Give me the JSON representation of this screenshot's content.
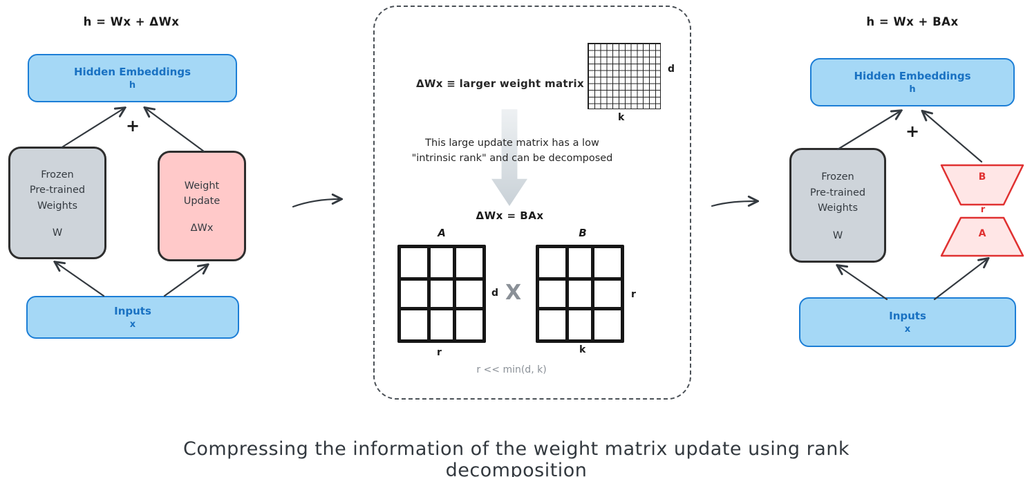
{
  "caption": "Compressing the information of the weight matrix update using rank decomposition",
  "colors": {
    "blue_fill": "#a5d8f6",
    "blue_border": "#1c7ed6",
    "blue_text": "#1971c2",
    "gray_fill": "#ced4da",
    "pink_fill": "#ffc9c9",
    "dark_border": "#2e2e2e",
    "red_accent": "#e03131",
    "arrow": "#343a40"
  },
  "left": {
    "formula": "h = Wx + ΔWx",
    "hidden": {
      "title": "Hidden Embeddings",
      "sub": "h"
    },
    "plus": "+",
    "frozen": {
      "title": "Frozen\nPre-trained\nWeights",
      "sub": "W"
    },
    "update": {
      "title": "Weight\nUpdate",
      "sub": "ΔWx"
    },
    "inputs": {
      "title": "Inputs",
      "sub": "x"
    }
  },
  "middle": {
    "matrix_label": "ΔWx ≡ larger weight matrix",
    "matrix_dims": {
      "d": "d",
      "k": "k"
    },
    "note": "This large update matrix has a low\n\"intrinsic rank\" and can be decomposed",
    "equation": "ΔWx = BAx",
    "matrix_a": {
      "label": "A",
      "side": "d",
      "bottom": "r"
    },
    "times": "X",
    "matrix_b": {
      "label": "B",
      "side": "r",
      "bottom": "k"
    },
    "rank_note": "r << min(d, k)"
  },
  "right": {
    "formula": "h = Wx + BAx",
    "hidden": {
      "title": "Hidden Embeddings",
      "sub": "h"
    },
    "plus": "+",
    "frozen": {
      "title": "Frozen\nPre-trained\nWeights",
      "sub": "W"
    },
    "trapezoid_b": "B",
    "rank_r": "r",
    "trapezoid_a": "A",
    "inputs": {
      "title": "Inputs",
      "sub": "x"
    }
  }
}
